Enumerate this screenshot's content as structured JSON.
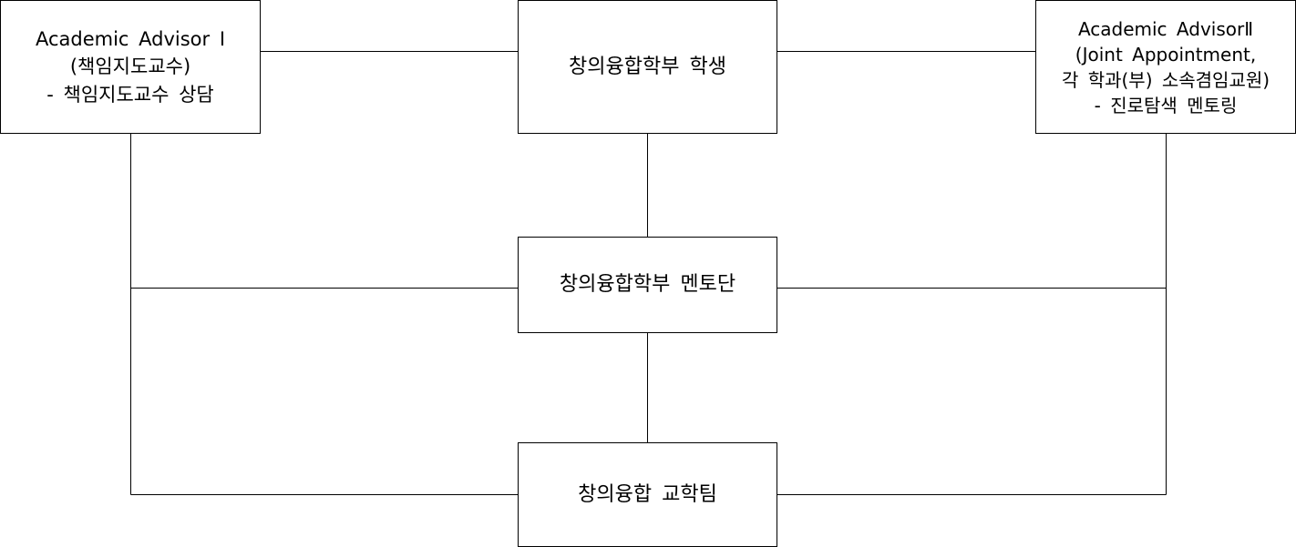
{
  "boxes": {
    "advisor_1": {
      "lines": [
        "Academic Advisor Ⅰ",
        "(책임지도교수)",
        "- 책임지도교수 상담"
      ]
    },
    "student": {
      "lines": [
        "창의융합학부 학생"
      ]
    },
    "advisor_2": {
      "lines": [
        "Academic AdvisorⅡ",
        "(Joint Appointment,",
        "각 학과(부) 소속겸임교원)",
        "- 진로탐색 멘토링"
      ]
    },
    "mentor_group": {
      "lines": [
        "창의융합학부 멘토단"
      ]
    },
    "teaching_team": {
      "lines": [
        "창의융합 교학팀"
      ]
    }
  },
  "connections": [
    [
      "advisor_1",
      "student"
    ],
    [
      "student",
      "advisor_2"
    ],
    [
      "student",
      "mentor_group"
    ],
    [
      "advisor_1",
      "mentor_group"
    ],
    [
      "advisor_2",
      "mentor_group"
    ],
    [
      "mentor_group",
      "teaching_team"
    ],
    [
      "advisor_1",
      "teaching_team"
    ],
    [
      "advisor_2",
      "teaching_team"
    ]
  ]
}
